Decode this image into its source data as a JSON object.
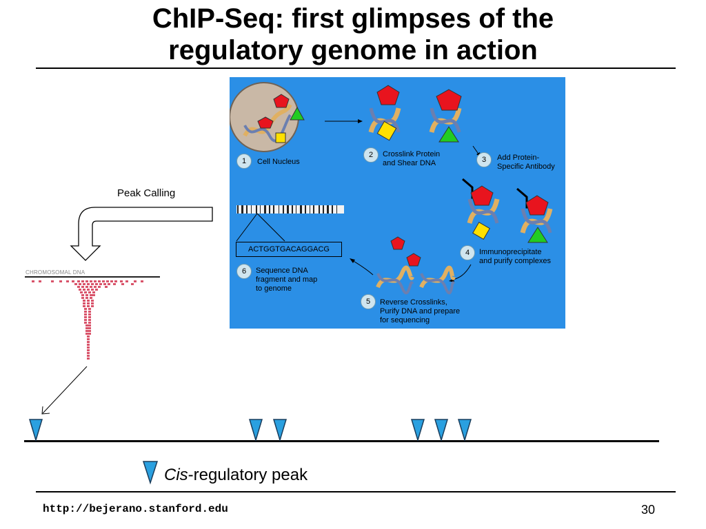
{
  "slide": {
    "title_line1": "ChIP-Seq: first glimpses of the",
    "title_line2": "regulatory genome in action",
    "peak_calling_label": "Peak Calling",
    "chromosomal_dna_label": "CHROMOSOMAL DNA",
    "legend_italic": "Cis",
    "legend_rest": "-regulatory peak",
    "footer_url": "http://bejerano.stanford.edu",
    "page_number": "30"
  },
  "diagram": {
    "background_color": "#2b8fe6",
    "steps": [
      {
        "num": "1",
        "line1": "Cell Nucleus",
        "line2": "",
        "line3": ""
      },
      {
        "num": "2",
        "line1": "Crosslink Protein",
        "line2": "and Shear DNA",
        "line3": ""
      },
      {
        "num": "3",
        "line1": "Add Protein-",
        "line2": "Specific Antibody",
        "line3": ""
      },
      {
        "num": "4",
        "line1": "Immunoprecipitate",
        "line2": "and purify complexes",
        "line3": ""
      },
      {
        "num": "5",
        "line1": "Reverse Crosslinks,",
        "line2": "Purify DNA and prepare",
        "line3": "for sequencing"
      },
      {
        "num": "6",
        "line1": "Sequence DNA",
        "line2": "fragment and map",
        "line3": "to genome"
      }
    ],
    "sequence": "ACTGGTGACAGGACG"
  },
  "colors": {
    "peak_marker": "#2aa0e0",
    "read_dots": "#d9536a",
    "protein_red": "#e8141e",
    "protein_yellow": "#ffe000",
    "protein_green": "#22cc22"
  }
}
